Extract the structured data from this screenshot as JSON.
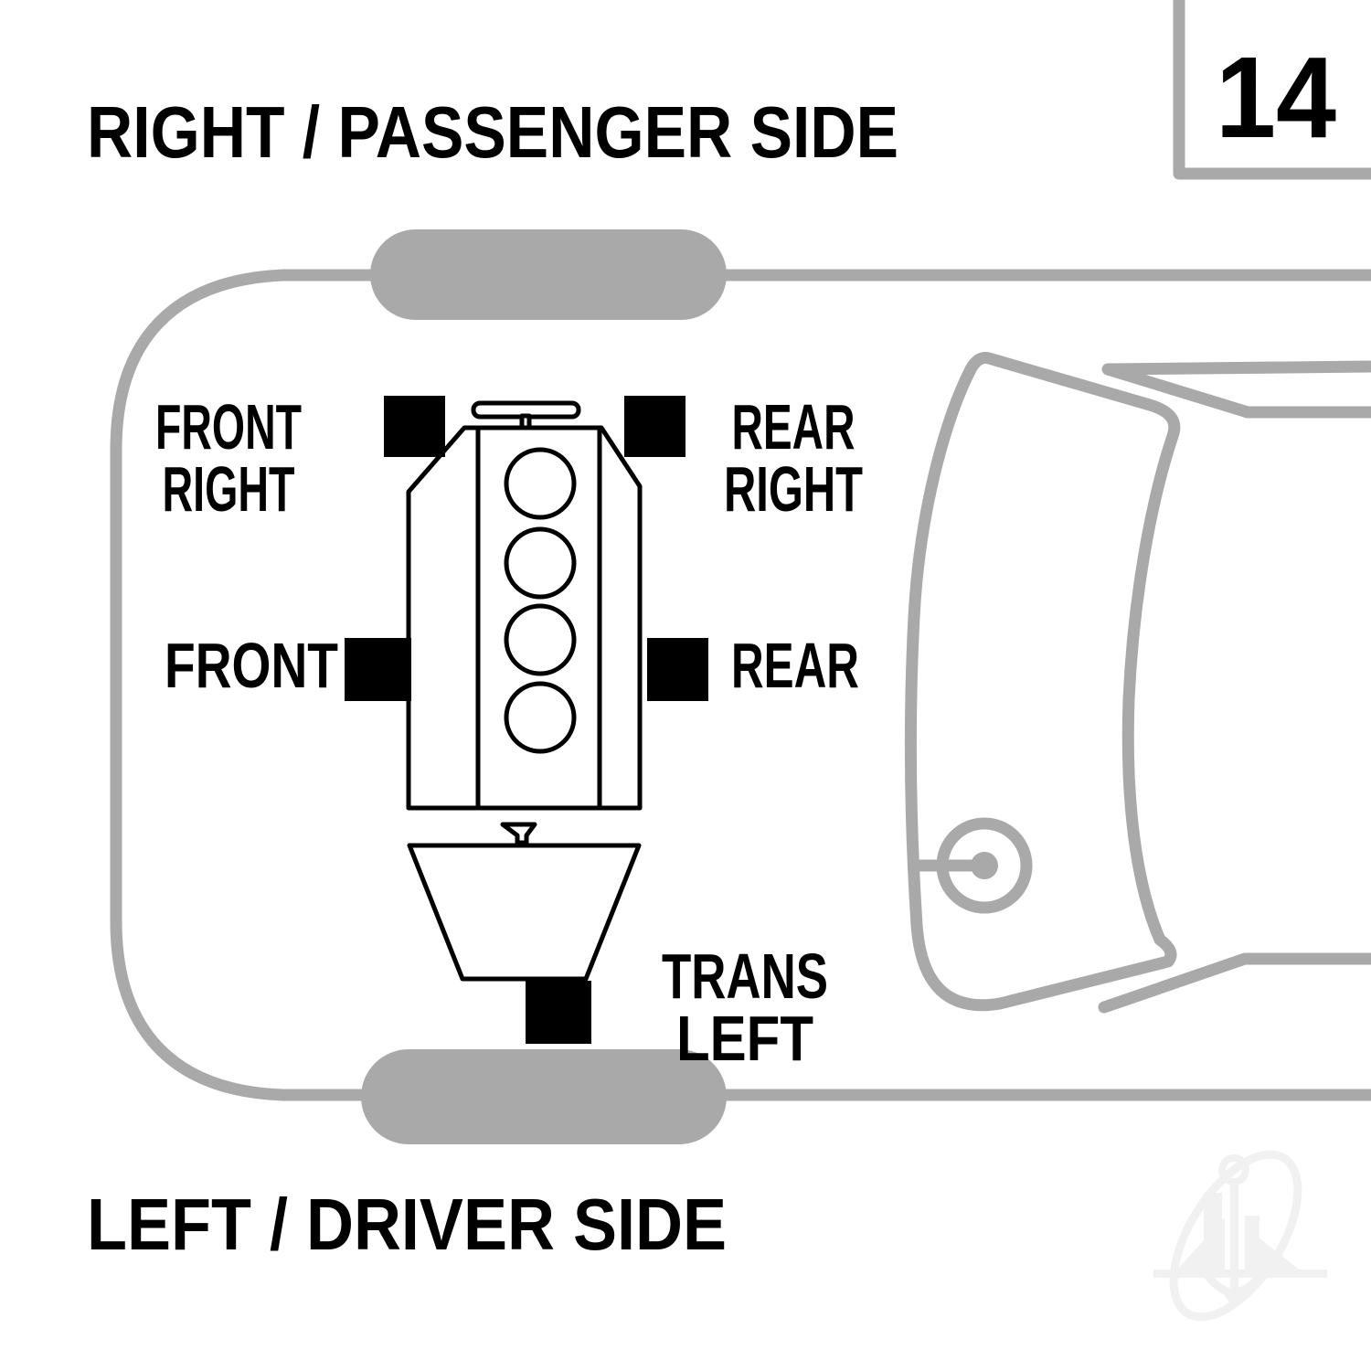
{
  "page": {
    "page_number": "14",
    "top_side_label": "RIGHT / PASSENGER SIDE",
    "bottom_side_label": "LEFT / DRIVER SIDE"
  },
  "diagram": {
    "type": "engine-mount-location-top-view",
    "engine_cylinders": 4,
    "labels": {
      "front_right": {
        "line1": "FRONT",
        "line2": "RIGHT"
      },
      "rear_right": {
        "line1": "REAR",
        "line2": "RIGHT"
      },
      "front": {
        "text": "FRONT"
      },
      "rear": {
        "text": "REAR"
      },
      "trans_left": {
        "line1": "TRANS",
        "line2": "LEFT"
      }
    },
    "mounts": [
      "front-right",
      "rear-right",
      "front",
      "rear",
      "trans-left"
    ],
    "colors": {
      "car_outline": "#a9a9a9",
      "engine_line": "#000000",
      "mount_block": "#000000",
      "watermark": "#f1f1f1",
      "background": "#ffffff"
    }
  }
}
